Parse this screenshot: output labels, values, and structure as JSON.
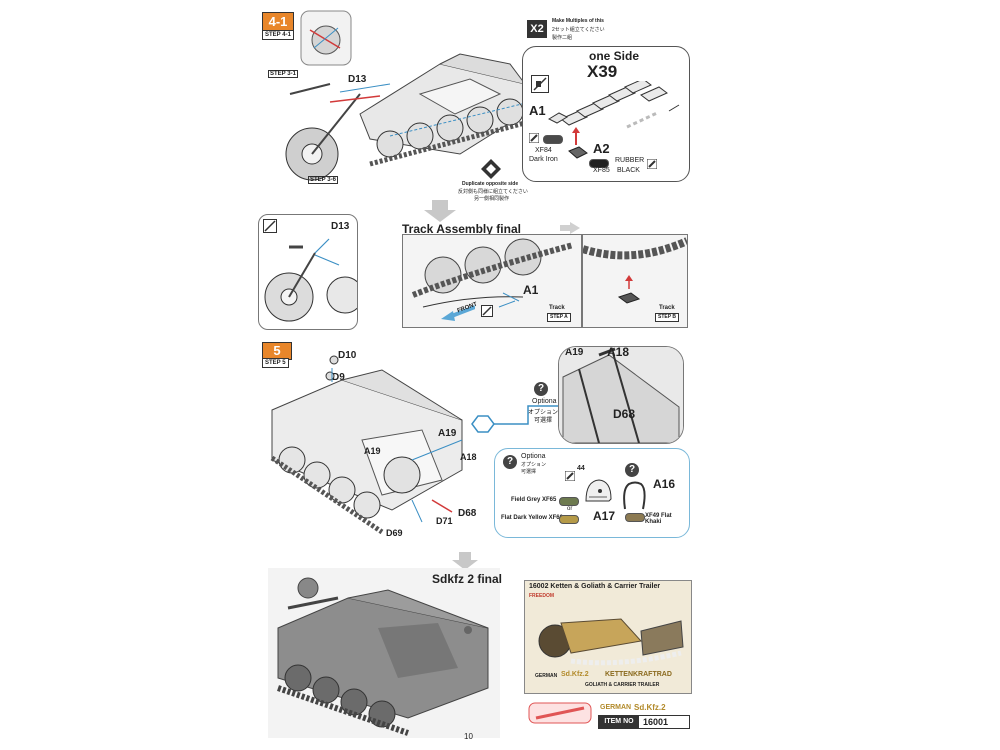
{
  "page_number": "10",
  "step4": {
    "badge": "4-1",
    "sub": "STEP 4-1",
    "ref_3_1": "STEP 3-1",
    "ref_3_6": "STEP 3-6",
    "part_d13": "D13",
    "part_d13_b": "D13",
    "multiply_badge": "X2",
    "multiply_en": "Make Multiples of this",
    "multiply_jp": "2セット組立てください",
    "multiply_cn": "製作二組",
    "one_side": "one Side",
    "one_side_count": "X39",
    "part_a1": "A1",
    "part_a2": "A2",
    "paint_xf84": "XF84",
    "paint_xf84_name": "Dark Iron",
    "paint_xf85": "XF85",
    "paint_xf85_name_1": "RUBBER",
    "paint_xf85_name_2": "BLACK",
    "duplicate_en": "Duplicate opposite side",
    "duplicate_jp": "反対側も同様に組立てください",
    "duplicate_cn": "另一側相同製作"
  },
  "track_final": {
    "title": "Track Assembly final",
    "part_a1": "A1",
    "front": "FRONT",
    "track_a_label": "Track",
    "track_a_step": "STEP A",
    "track_b_label": "Track",
    "track_b_step": "STEP B"
  },
  "step5": {
    "badge": "5",
    "sub": "STEP 5",
    "d10": "D10",
    "d9": "D9",
    "a19": "A19",
    "a19_b": "A19",
    "a18": "A18",
    "a19_c": "A19",
    "a18_b": "A18",
    "d68": "D68",
    "d68_b": "D68",
    "d71": "D71",
    "d69": "D69",
    "optional_en": "Optiona",
    "optional_jp": "オプション",
    "optional_cn": "可選擇",
    "optional2_en": "Optiona",
    "optional2_jp": "オプション",
    "optional2_cn": "可選擇",
    "a16": "A16",
    "a17": "A17",
    "paint_number": "44",
    "field_grey": "Field Grey XF65",
    "or": "or",
    "flat_dark_yellow": "Flat Dark Yellow XF60",
    "flat_khaki": "XF49 Flat Khaki"
  },
  "final": {
    "title": "Sdkfz 2 final",
    "box_title": "16002 Ketten & Goliath & Carrier Trailer",
    "box_brand": "FREEDOM",
    "box_line1": "GERMAN",
    "box_line2": "KETTENKRAFTRAD",
    "box_line3": "GOLIATH & CARRIER TRAILER",
    "box_sdkfz": "Sd.Kfz.2",
    "item_label": "ITEM NO",
    "item_number": "16001",
    "item_title_1": "GERMAN",
    "item_title_2": "Sd.Kfz.2"
  },
  "colors": {
    "step_badge": "#e8862a",
    "blue_line": "#3b8fc4",
    "red_line": "#d23a3a",
    "optional_panel_border": "#7ab8d9",
    "field_grey": "#6d7a4f",
    "flat_dark_yellow": "#b59a48",
    "flat_khaki": "#8c7a52"
  }
}
